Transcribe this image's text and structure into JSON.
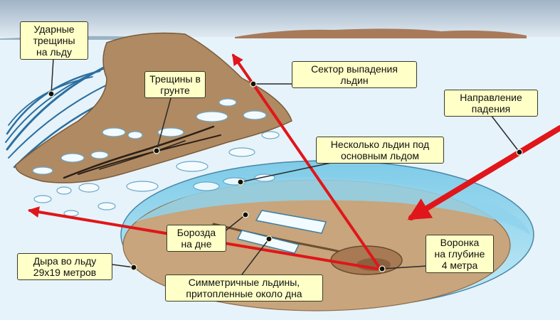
{
  "labels": {
    "impact_cracks": [
      "Ударные",
      "трещины",
      "на льду"
    ],
    "ground_cracks": [
      "Трещины в",
      "грунте"
    ],
    "fall_sector": [
      "Сектор выпадения",
      "льдин"
    ],
    "fall_direction": [
      "Направление",
      "падения"
    ],
    "floes_under_ice": [
      "Несколько льдин под",
      "основным льдом"
    ],
    "bottom_groove": [
      "Борозда",
      "на дне"
    ],
    "ice_hole": [
      "Дыра во льду",
      "29x19 метров"
    ],
    "symmetric_floes": [
      "Симметричные льдины,",
      "притопленные около дна"
    ],
    "crater": [
      "Воронка",
      "на глубине",
      "4 метра"
    ]
  },
  "colors": {
    "sky_top": "#9fb3c6",
    "sky_bottom": "#eaf2f8",
    "ice": "#e6f3fa",
    "ground": "#b08a62",
    "ground_dark": "#7a5a3a",
    "lake_bottom": "#c8a57c",
    "water": "#9fd8ee",
    "arrow_red": "#e0161a",
    "label_fill": "#ffffc8",
    "mountain": "#a87a5a"
  }
}
